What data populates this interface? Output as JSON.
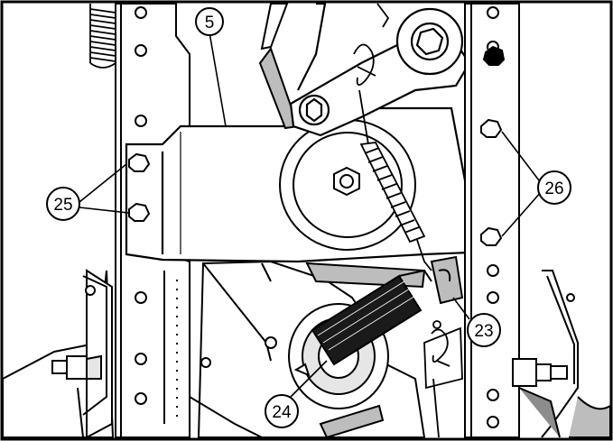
{
  "callouts": {
    "c5": "5",
    "c23": "23",
    "c24": "24",
    "c25": "25",
    "c26": "26"
  },
  "colors": {
    "line": "#000000",
    "paper": "#ffffff",
    "shade_light": "#e6e6e6",
    "shade_mid": "#bdbdbd",
    "shade_dark": "#8c8c8c"
  }
}
